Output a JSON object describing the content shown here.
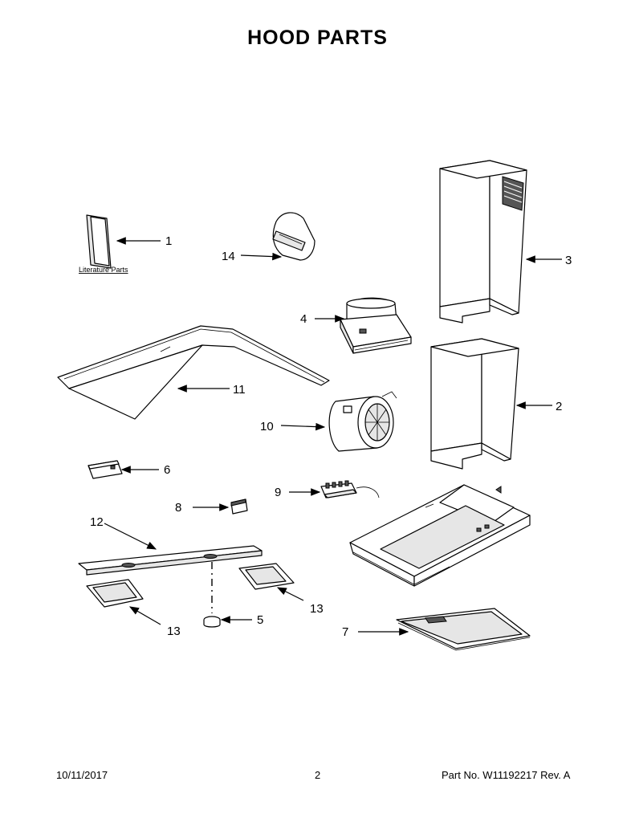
{
  "page": {
    "title": "HOOD PARTS",
    "footer_date": "10/11/2017",
    "footer_page": "2",
    "footer_part": "Part No.  W11192217  Rev.  A"
  },
  "callouts": {
    "c1": "1",
    "c2": "2",
    "c3": "3",
    "c4": "4",
    "c5": "5",
    "c6": "6",
    "c7": "7",
    "c8": "8",
    "c9": "9",
    "c10": "10",
    "c11": "11",
    "c12": "12",
    "c13a": "13",
    "c13b": "13",
    "c14": "14"
  },
  "literature_label": "Literature Parts"
}
